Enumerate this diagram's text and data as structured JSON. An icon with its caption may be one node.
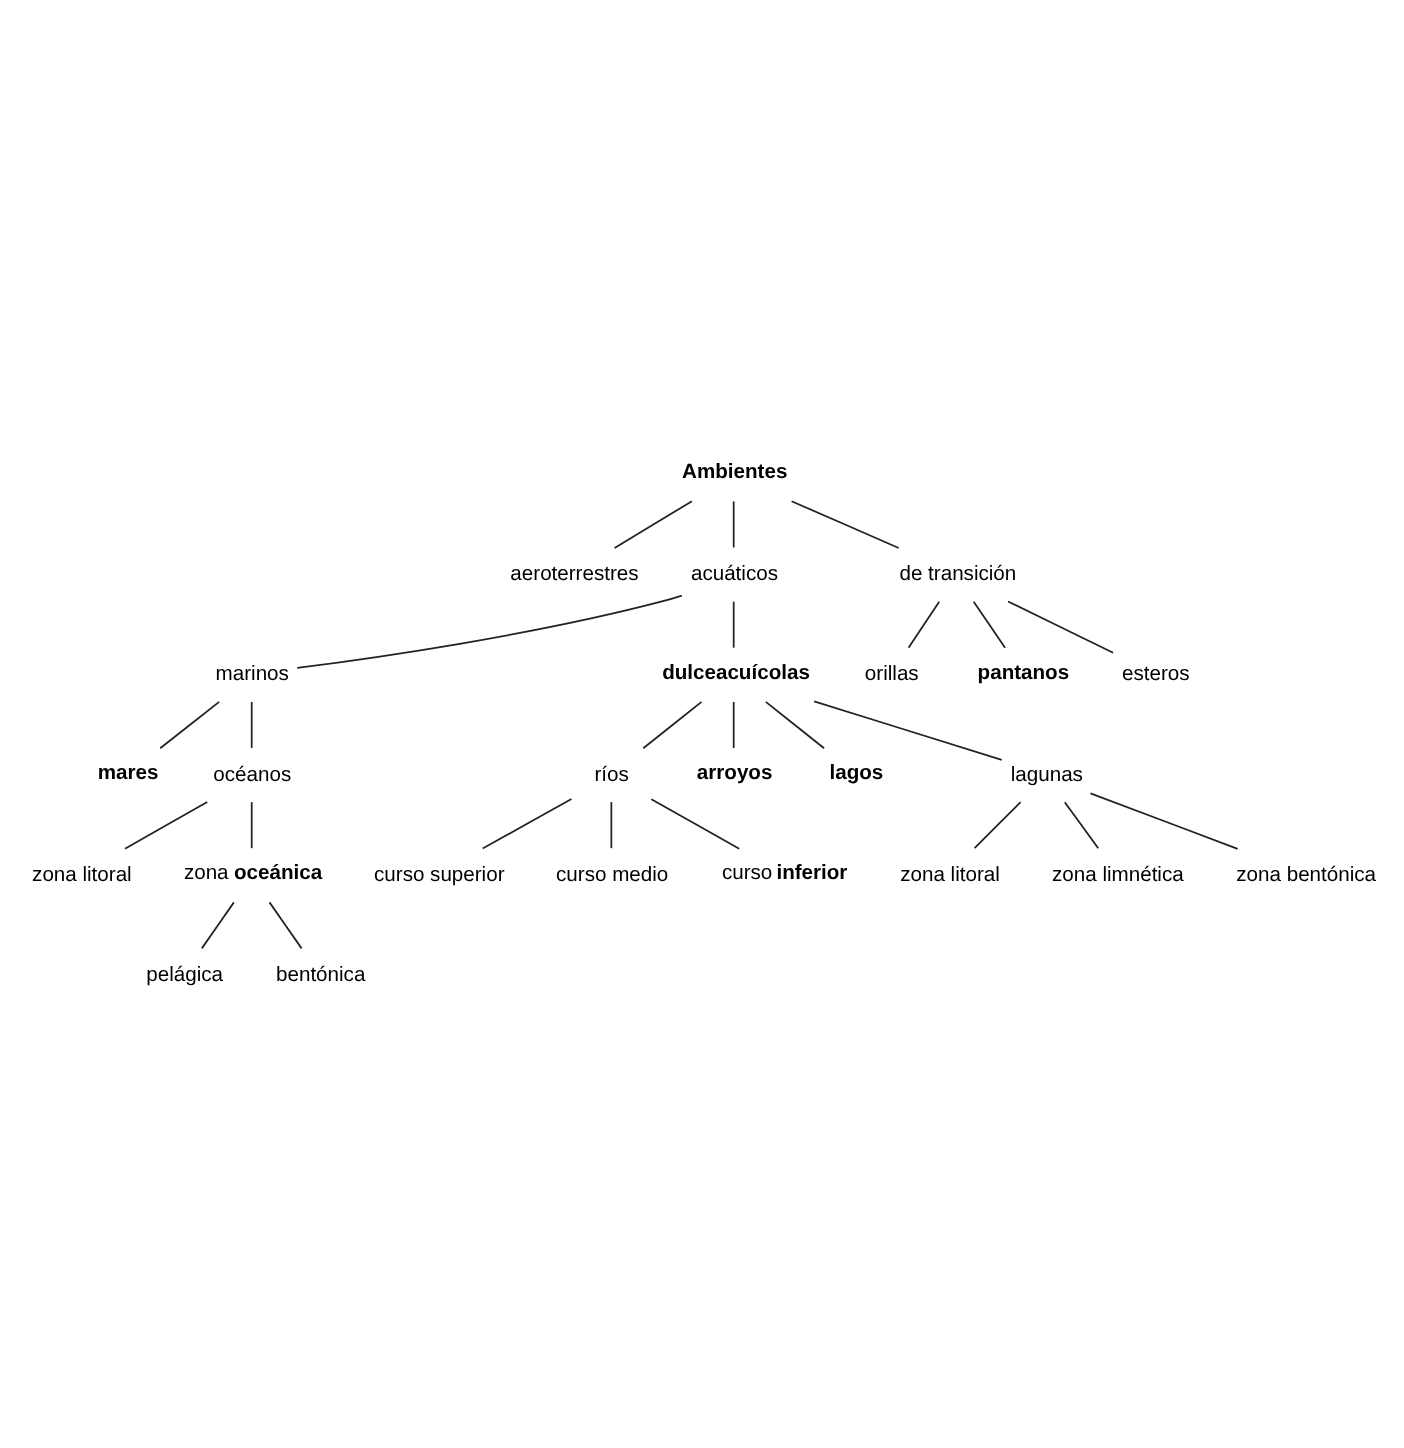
{
  "diagram": {
    "nodes": [
      {
        "text": [
          "Ambientes"
        ]
      },
      {
        "text": [
          "aeroterrestres"
        ]
      },
      {
        "text": [
          "acuáticos"
        ]
      },
      {
        "text": [
          "de transición"
        ]
      },
      {
        "text": [
          "orillas"
        ]
      },
      {
        "text": [
          "pantanos"
        ]
      },
      {
        "text": [
          "esteros"
        ]
      },
      {
        "text": [
          "marinos"
        ]
      },
      {
        "text": [
          "dulceacuícolas"
        ]
      },
      {
        "text": [
          "mares"
        ]
      },
      {
        "text": [
          "océanos"
        ]
      },
      {
        "text": [
          "zona litoral"
        ]
      },
      {
        "text": [
          "zona **oceánica**"
        ]
      },
      {
        "text": [
          "pelágica"
        ]
      },
      {
        "text": [
          "bentónica"
        ]
      },
      {
        "text": [
          "ríos"
        ]
      },
      {
        "text": [
          "arroyos"
        ]
      },
      {
        "text": [
          "lagos"
        ]
      },
      {
        "text": [
          "lagunas"
        ]
      },
      {
        "text": [
          "curso superior"
        ]
      },
      {
        "text": [
          "curso medio"
        ]
      },
      {
        "text": [
          "curso **inferior**"
        ]
      },
      {
        "text": [
          "zona litoral"
        ]
      },
      {
        "text": [
          "zona limnética"
        ]
      },
      {
        "text": [
          "zona bentónica"
        ]
      }
    ],
    "edges": [
      {
        "from": 0,
        "to": 1,
        "arrow": "none"
      },
      {
        "from": 0,
        "to": 2,
        "arrow": "none"
      },
      {
        "from": 0,
        "to": 3,
        "arrow": "none"
      },
      {
        "from": 3,
        "to": 4,
        "arrow": "none"
      },
      {
        "from": 3,
        "to": 5,
        "arrow": "none"
      },
      {
        "from": 3,
        "to": 6,
        "arrow": "none"
      },
      {
        "from": 2,
        "to": 7,
        "arrow": "none"
      },
      {
        "from": 2,
        "to": 8,
        "arrow": "none"
      },
      {
        "from": 7,
        "to": 9,
        "arrow": "none"
      },
      {
        "from": 7,
        "to": 10,
        "arrow": "none"
      },
      {
        "from": 10,
        "to": 11,
        "arrow": "none"
      },
      {
        "from": 10,
        "to": 12,
        "arrow": "none"
      },
      {
        "from": 12,
        "to": 13,
        "arrow": "none"
      },
      {
        "from": 12,
        "to": 14,
        "arrow": "none"
      },
      {
        "from": 8,
        "to": 15,
        "arrow": "none"
      },
      {
        "from": 8,
        "to": 16,
        "arrow": "none"
      },
      {
        "from": 8,
        "to": 17,
        "arrow": "none"
      },
      {
        "from": 8,
        "to": 18,
        "arrow": "none"
      },
      {
        "from": 15,
        "to": 19,
        "arrow": "none"
      },
      {
        "from": 15,
        "to": 20,
        "arrow": "none"
      },
      {
        "from": 15,
        "to": 21,
        "arrow": "none"
      },
      {
        "from": 18,
        "to": 22,
        "arrow": "none"
      },
      {
        "from": 18,
        "to": 23,
        "arrow": "none"
      },
      {
        "from": 18,
        "to": 24,
        "arrow": "none"
      }
    ]
  }
}
